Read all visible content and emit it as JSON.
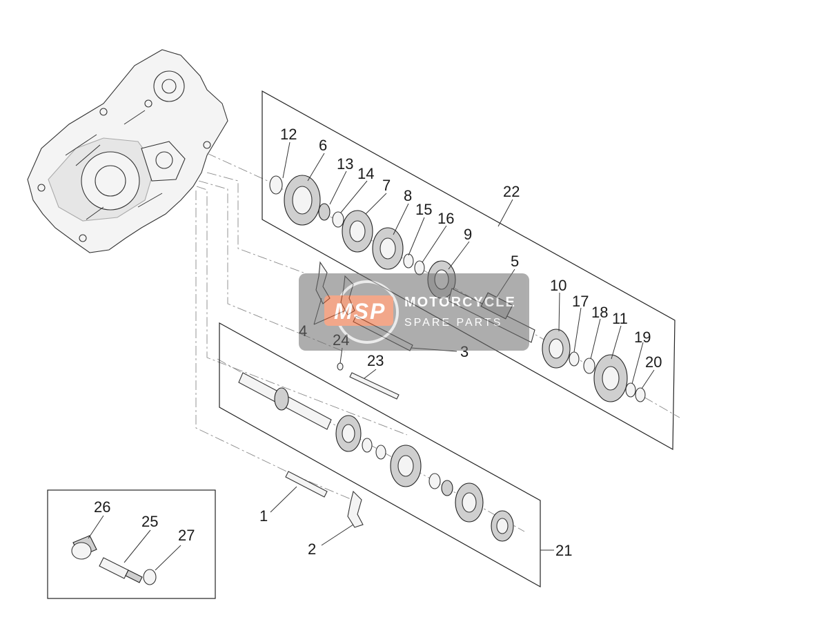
{
  "callouts": {
    "c1": "1",
    "c2": "2",
    "c3": "3",
    "c4": "4",
    "c5": "5",
    "c6": "6",
    "c7": "7",
    "c8": "8",
    "c9": "9",
    "c10": "10",
    "c11": "11",
    "c12": "12",
    "c13": "13",
    "c14": "14",
    "c15": "15",
    "c16": "16",
    "c17": "17",
    "c18": "18",
    "c19": "19",
    "c20": "20",
    "c21": "21",
    "c22": "22",
    "c23": "23",
    "c24": "24",
    "c25": "25",
    "c26": "26",
    "c27": "27"
  },
  "watermark": {
    "logo_text": "MSP",
    "line1": "MOTORCYCLE",
    "line2": "SPARE PARTS"
  },
  "colors": {
    "watermark_bg": "#6b6b6b",
    "watermark_accent": "#e8602c"
  }
}
